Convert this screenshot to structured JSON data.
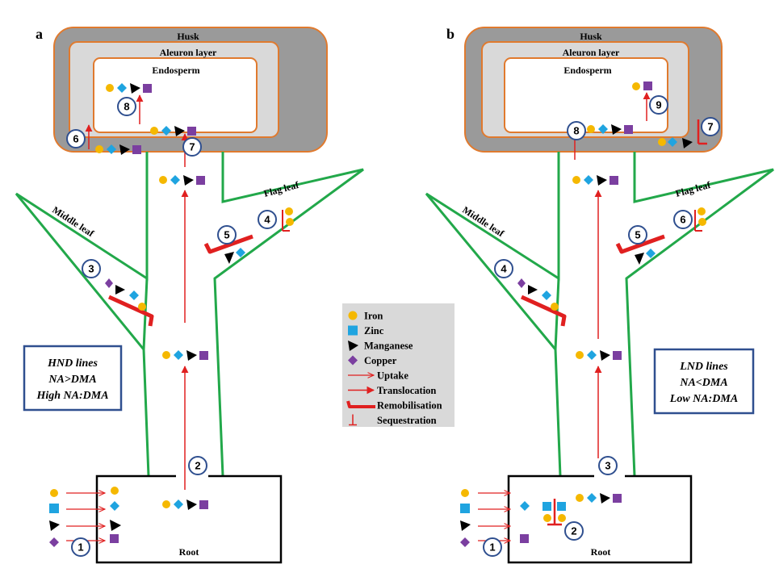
{
  "panels": {
    "a": {
      "letter": "a",
      "husk": "Husk",
      "aleurone": "Aleuron layer",
      "endosperm": "Endosperm",
      "flag_leaf": "Flag leaf",
      "middle_leaf": "Middle leaf",
      "root": "Root",
      "lines_box": [
        "HND lines",
        "NA>DMA",
        "High NA:DMA"
      ],
      "steps": [
        "1",
        "2",
        "3",
        "4",
        "5",
        "6",
        "7",
        "8"
      ]
    },
    "b": {
      "letter": "b",
      "husk": "Husk",
      "aleurone": "Aleuron layer",
      "endosperm": "Endosperm",
      "flag_leaf": "Flag leaf",
      "middle_leaf": "Middle leaf",
      "root": "Root",
      "lines_box": [
        "LND lines",
        "NA<DMA",
        "Low NA:DMA"
      ],
      "steps": [
        "1",
        "2",
        "3",
        "4",
        "5",
        "6",
        "7",
        "8",
        "9"
      ]
    }
  },
  "legend": {
    "items": [
      {
        "label": "Iron",
        "icon": "circle",
        "color": "#F5B800"
      },
      {
        "label": "Zinc",
        "icon": "square",
        "color": "#1FA4E0"
      },
      {
        "label": "Manganese",
        "icon": "triangle",
        "color": "#000000"
      },
      {
        "label": "Copper",
        "icon": "diamond",
        "color": "#7B3FA0"
      },
      {
        "label": "Uptake",
        "icon": "thin-arrow",
        "color": "#E02020"
      },
      {
        "label": "Translocation",
        "icon": "arrow",
        "color": "#E02020"
      },
      {
        "label": "Remobilisation",
        "icon": "thick-arrow",
        "color": "#E02020"
      },
      {
        "label": "Sequestration",
        "icon": "t-bar",
        "color": "#E02020"
      }
    ]
  },
  "colors": {
    "husk": "#9A9A9A",
    "husk_border": "#E07A2E",
    "aleurone": "#D9D9D9",
    "leaf": "#22A84A",
    "arrow": "#E02020",
    "legend_bg": "#D9D9D9",
    "box_border": "#2F4F8F"
  }
}
